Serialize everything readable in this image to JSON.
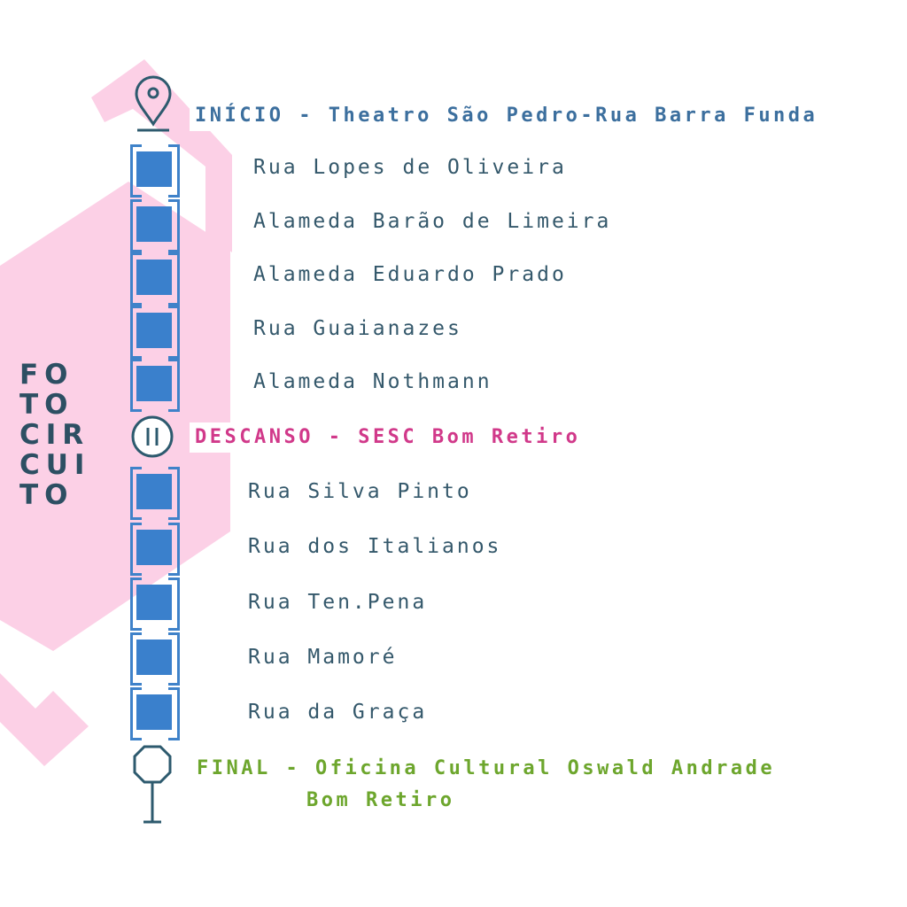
{
  "side_title": [
    "FO",
    "TO",
    "CIR",
    "CUI",
    "TO"
  ],
  "start": {
    "label": "INÍCIO - Theatro São Pedro-Rua Barra Funda",
    "icon": "location-pin-icon"
  },
  "streets_part1": [
    "Rua Lopes de Oliveira",
    "Alameda Barão de Limeira",
    "Alameda Eduardo Prado",
    "Rua Guaianazes",
    "Alameda Nothmann"
  ],
  "rest_stop": {
    "label": "DESCANSO - SESC Bom Retiro",
    "icon": "pause-icon"
  },
  "streets_part2": [
    "Rua Silva Pinto",
    "Rua dos Italianos",
    "Rua Ten.Pena",
    "Rua Mamoré",
    "Rua da Graça"
  ],
  "final": {
    "line1": "FINAL - Oficina Cultural Oswald  Andrade",
    "line2": "Bom Retiro",
    "icon": "stop-sign-icon"
  },
  "colors": {
    "pink_shape": "#fcd0e6",
    "stop_square": "#3a80cc",
    "start_text": "#3c6f9e",
    "rest_text": "#d1398a",
    "final_text": "#6da62d",
    "street_text": "#34586b",
    "title_text": "#2d4f63"
  }
}
